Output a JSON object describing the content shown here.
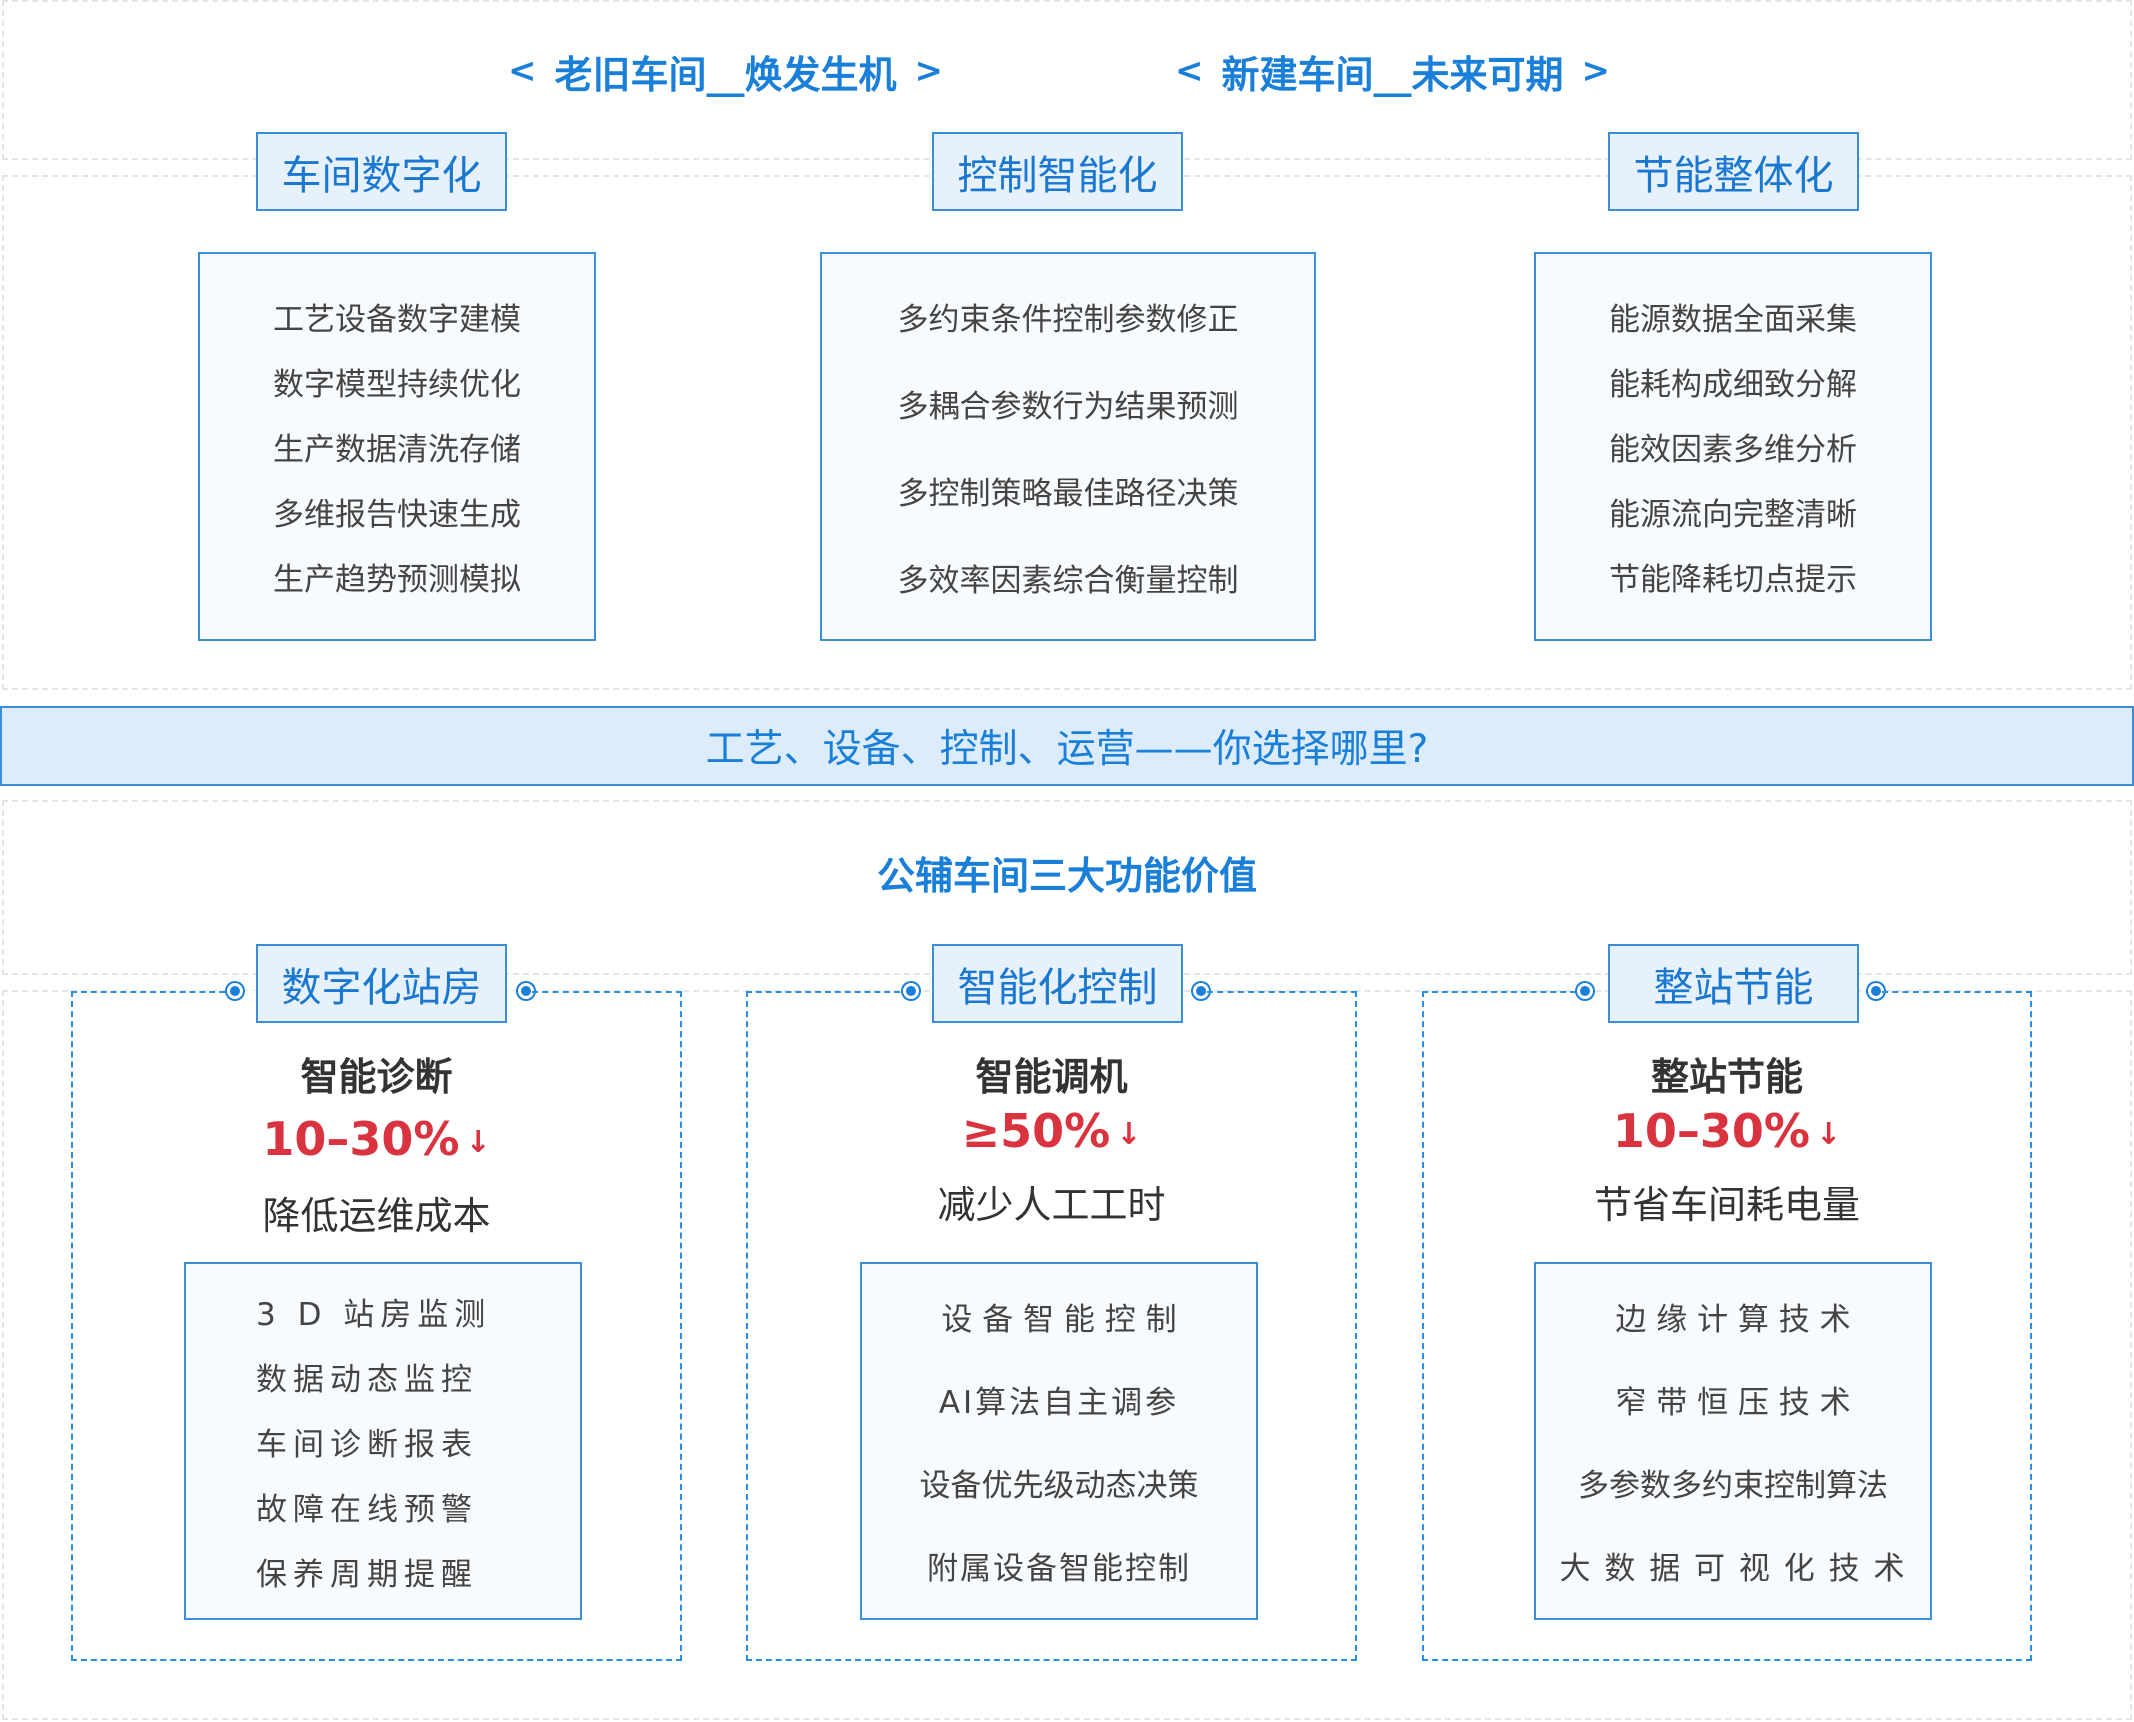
{
  "top": {
    "headers": [
      {
        "left_chevron": "<",
        "label": "老旧车间__焕发生机",
        "right_chevron": ">"
      },
      {
        "left_chevron": "<",
        "label": "新建车间__未来可期",
        "right_chevron": ">"
      }
    ],
    "columns": [
      {
        "tab": "车间数字化",
        "items": [
          "工艺设备数字建模",
          "数字模型持续优化",
          "生产数据清洗存储",
          "多维报告快速生成",
          "生产趋势预测模拟"
        ]
      },
      {
        "tab": "控制智能化",
        "items": [
          "多约束条件控制参数修正",
          "多耦合参数行为结果预测",
          "多控制策略最佳路径决策",
          "多效率因素综合衡量控制"
        ]
      },
      {
        "tab": "节能整体化",
        "items": [
          "能源数据全面采集",
          "能耗构成细致分解",
          "能效因素多维分析",
          "能源流向完整清晰",
          "节能降耗切点提示"
        ]
      }
    ]
  },
  "banner": {
    "text": "工艺、设备、控制、运营——你选择哪里?"
  },
  "bottom": {
    "subtitle": "公辅车间三大功能价值",
    "columns": [
      {
        "tab": "数字化站房",
        "title": "智能诊断",
        "value": "10–30%",
        "arrow": "↓",
        "desc": "降低运维成本",
        "items": [
          "3 D 站房监测",
          "数据动态监控",
          "车间诊断报表",
          "故障在线预警",
          "保养周期提醒"
        ]
      },
      {
        "tab": "智能化控制",
        "title": "智能调机",
        "value": "≥50%",
        "arrow": "↓",
        "desc": "减少人工工时",
        "items": [
          "设 备 智 能 控 制",
          "AI算法自主调参",
          "设备优先级动态决策",
          "附属设备智能控制"
        ]
      },
      {
        "tab": "整站节能",
        "title": "整站节能",
        "value": "10–30%",
        "arrow": "↓",
        "desc": "节省车间耗电量",
        "items": [
          "边 缘 计 算 技 术",
          "窄 带 恒 压 技 术",
          "多参数多约束控制算法",
          "大 数 据 可 视 化 技 术"
        ]
      }
    ]
  },
  "colors": {
    "accent": "#1a7fd8",
    "highlight": "#d9333f",
    "tab_bg": "#e7f1fb",
    "banner_bg": "#dcecfb"
  }
}
